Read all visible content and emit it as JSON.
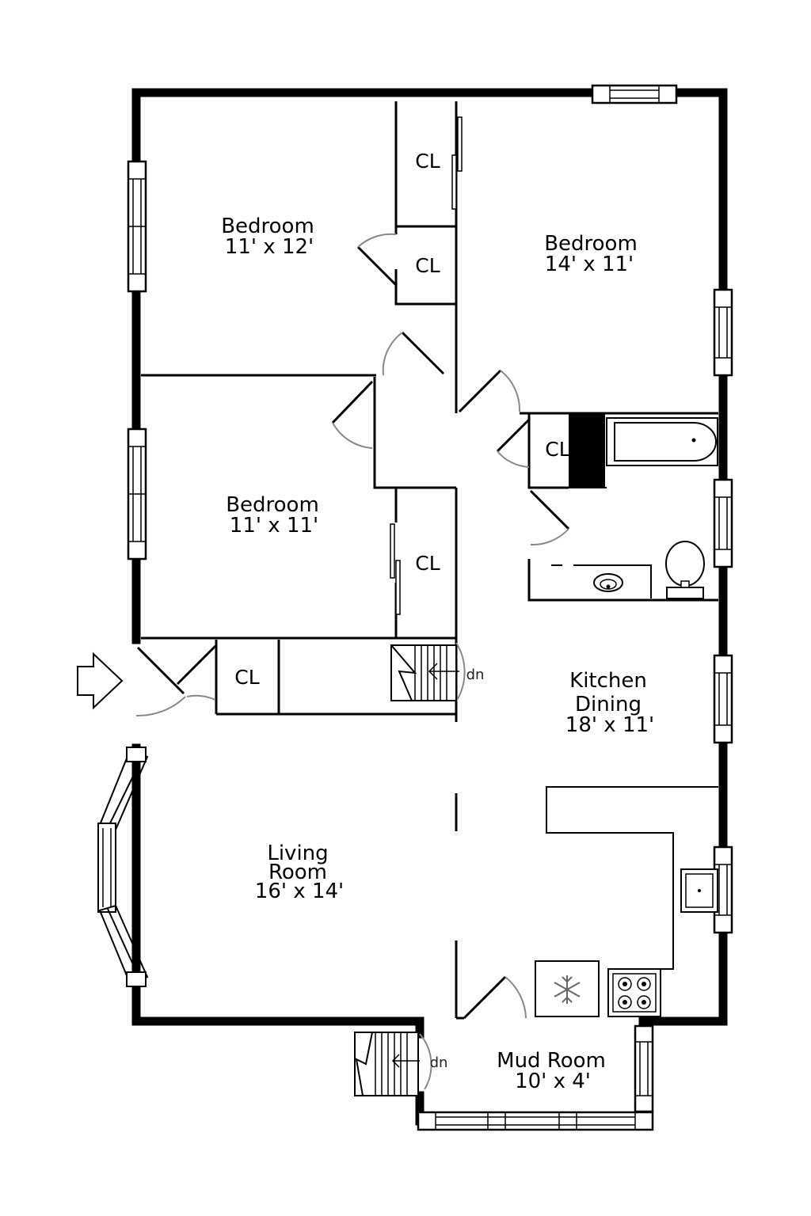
{
  "rooms": {
    "bedroom_nw": {
      "name": "Bedroom",
      "size": "11' x 12'"
    },
    "bedroom_ne": {
      "name": "Bedroom",
      "size": "14' x 11'"
    },
    "bedroom_w": {
      "name": "Bedroom",
      "size": "11' x 11'"
    },
    "kitchen": {
      "name_line1": "Kitchen",
      "name_line2": "Dining",
      "size": "18' x 11'"
    },
    "living": {
      "name_line1": "Living",
      "name_line2": "Room",
      "size": "16' x 14'"
    },
    "mud": {
      "name": "Mud Room",
      "size": "10' x 4'"
    }
  },
  "closet_label": "CL",
  "stair_label": "dn"
}
